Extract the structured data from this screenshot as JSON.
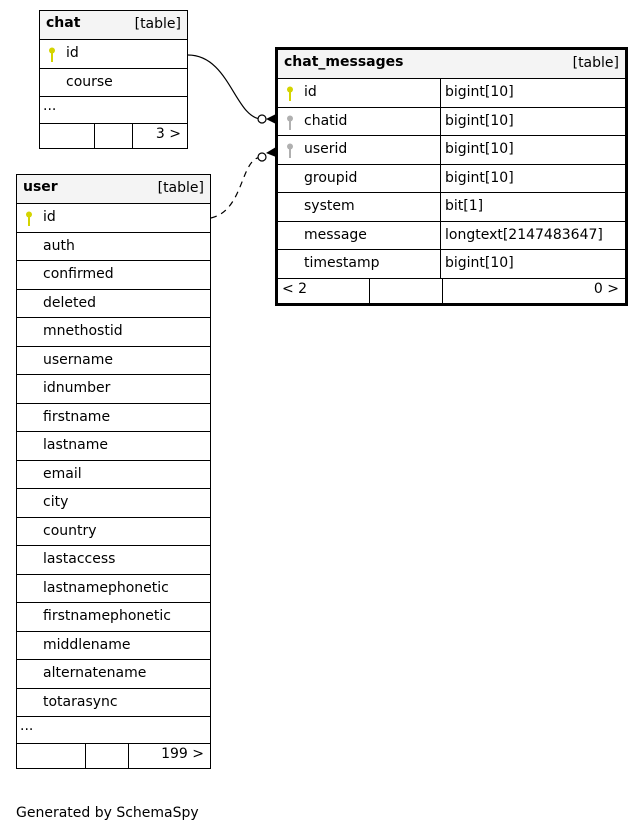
{
  "tables": {
    "chat": {
      "name": "chat",
      "kind": "[table]",
      "columns": [
        {
          "name": "id",
          "key": "primary"
        },
        {
          "name": "course",
          "key": "none"
        }
      ],
      "ellipsis": "...",
      "footer": {
        "left": "",
        "middle": "",
        "right": "3 >"
      }
    },
    "chat_messages": {
      "name": "chat_messages",
      "kind": "[table]",
      "columns": [
        {
          "name": "id",
          "type": "bigint[10]",
          "key": "primary"
        },
        {
          "name": "chatid",
          "type": "bigint[10]",
          "key": "foreign"
        },
        {
          "name": "userid",
          "type": "bigint[10]",
          "key": "foreign"
        },
        {
          "name": "groupid",
          "type": "bigint[10]",
          "key": "none"
        },
        {
          "name": "system",
          "type": "bit[1]",
          "key": "none"
        },
        {
          "name": "message",
          "type": "longtext[2147483647]",
          "key": "none"
        },
        {
          "name": "timestamp",
          "type": "bigint[10]",
          "key": "none"
        }
      ],
      "footer": {
        "left": "< 2",
        "middle": "",
        "right": "0 >"
      }
    },
    "user": {
      "name": "user",
      "kind": "[table]",
      "columns": [
        {
          "name": "id",
          "key": "primary"
        },
        {
          "name": "auth",
          "key": "none"
        },
        {
          "name": "confirmed",
          "key": "none"
        },
        {
          "name": "deleted",
          "key": "none"
        },
        {
          "name": "mnethostid",
          "key": "none"
        },
        {
          "name": "username",
          "key": "none"
        },
        {
          "name": "idnumber",
          "key": "none"
        },
        {
          "name": "firstname",
          "key": "none"
        },
        {
          "name": "lastname",
          "key": "none"
        },
        {
          "name": "email",
          "key": "none"
        },
        {
          "name": "city",
          "key": "none"
        },
        {
          "name": "country",
          "key": "none"
        },
        {
          "name": "lastaccess",
          "key": "none"
        },
        {
          "name": "lastnamephonetic",
          "key": "none"
        },
        {
          "name": "firstnamephonetic",
          "key": "none"
        },
        {
          "name": "middlename",
          "key": "none"
        },
        {
          "name": "alternatename",
          "key": "none"
        },
        {
          "name": "totarasync",
          "key": "none"
        }
      ],
      "ellipsis": "...",
      "footer": {
        "left": "",
        "middle": "",
        "right": "199 >"
      }
    }
  },
  "relationships": [
    {
      "from": "chat.id",
      "to": "chat_messages.chatid",
      "style": "solid"
    },
    {
      "from": "user.id",
      "to": "chat_messages.userid",
      "style": "dashed"
    }
  ],
  "colors": {
    "primary_key": "#d4d400",
    "foreign_key": "#b0b0b0",
    "header_bg": "#f4f4f4"
  },
  "footer_text": "Generated by SchemaSpy"
}
